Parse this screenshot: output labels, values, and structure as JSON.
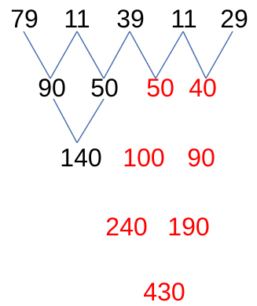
{
  "colors": {
    "text": "#000000",
    "highlight": "#ff0000",
    "line": "#4a72b0"
  },
  "diagram": {
    "row1": [
      "79",
      "11",
      "39",
      "11",
      "29"
    ],
    "row2": [
      "90",
      "50",
      "50",
      "40"
    ],
    "row3": [
      "140",
      "100",
      "90"
    ],
    "row4": [
      "240",
      "190"
    ],
    "row5": [
      "430"
    ]
  }
}
